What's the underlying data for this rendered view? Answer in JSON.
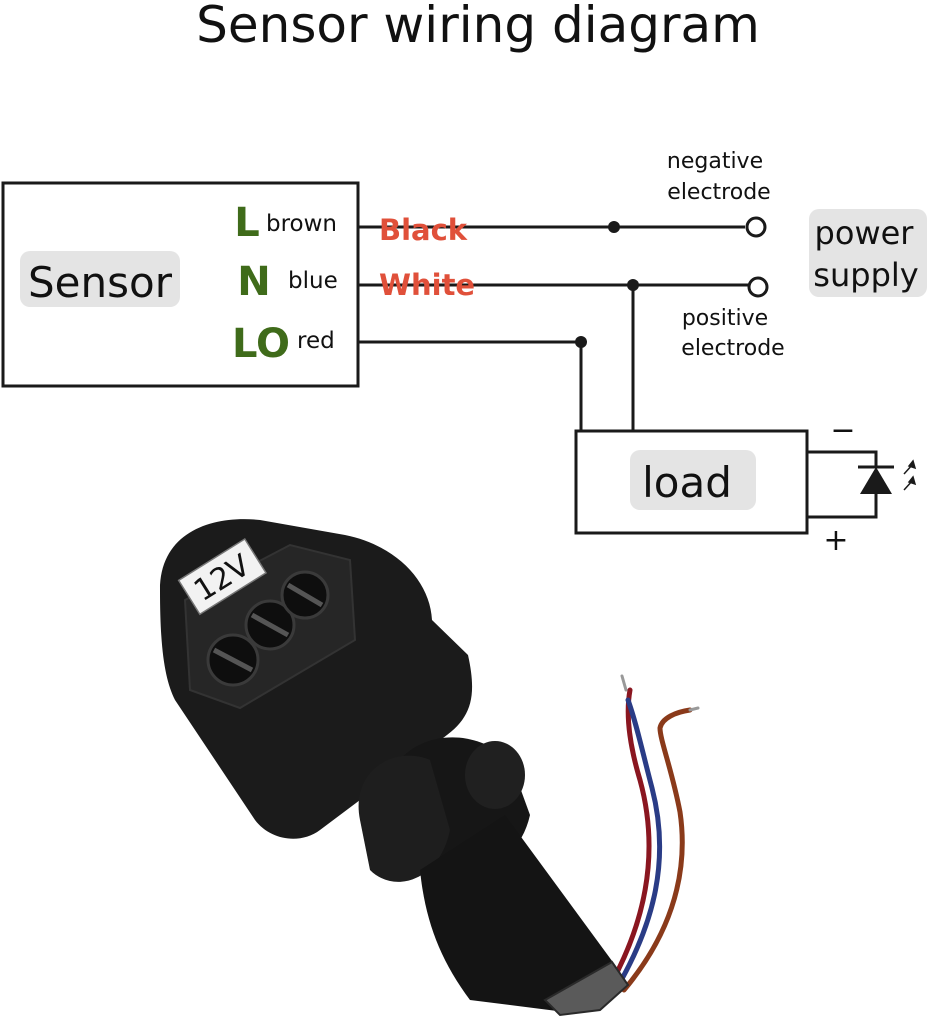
{
  "title": "Sensor wiring diagram",
  "sensor": {
    "label": "Sensor",
    "terminals": [
      {
        "letter": "L",
        "wire": "brown",
        "color_name": "Black"
      },
      {
        "letter": "N",
        "wire": "blue",
        "color_name": "White"
      },
      {
        "letter": "LO",
        "wire": "red"
      }
    ]
  },
  "power_supply": {
    "label_line1": "power",
    "label_line2": "supply",
    "negative_line1": "negative",
    "negative_line2": "electrode",
    "positive_line1": "positive",
    "positive_line2": "electrode"
  },
  "load": {
    "label": "load",
    "minus_sign": "−",
    "plus_sign": "+"
  },
  "device": {
    "voltage_label": "12V"
  },
  "colors": {
    "terminal_letter": "#3f6b1a",
    "wire_color_text": "#e0503a",
    "label_bg": "#e4e4e4",
    "line": "#1a1a1a",
    "device_body": "#1b1b1b"
  }
}
